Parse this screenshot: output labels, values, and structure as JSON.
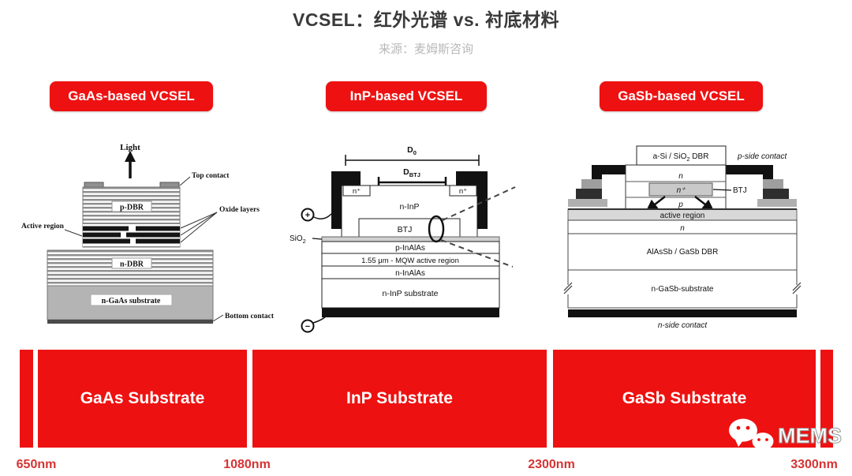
{
  "title": "VCSEL：红外光谱 vs. 衬底材料",
  "source": "来源：麦姆斯咨询",
  "badges": {
    "gaas": "GaAs-based VCSEL",
    "inp": "InP-based VCSEL",
    "gasb": "GaSb-based VCSEL"
  },
  "gaas_diagram": {
    "light": "Light",
    "top_contact": "Top contact",
    "oxide_layers": "Oxide layers",
    "active_region": "Active region",
    "p_dbr": "p-DBR",
    "n_dbr": "n-DBR",
    "substrate": "n-GaAs substrate",
    "bottom_contact": "Bottom contact"
  },
  "inp_diagram": {
    "d0_main": "D",
    "d0_sub": "0",
    "dbtj_main": "D",
    "dbtj_sub": "BTJ",
    "n_plus_left": "n⁺",
    "n_plus_right": "n⁺",
    "n_inp": "n-InP",
    "btj": "BTJ",
    "sio2_main": "SiO",
    "sio2_sub": "2",
    "p_inalas": "p-InAlAs",
    "mqw": "1.55 μm - MQW active region",
    "n_inalas": "n-InAlAs",
    "substrate": "n-InP substrate",
    "plus": "+",
    "minus": "−"
  },
  "gasb_diagram": {
    "dbr_top_a": "a-Si / SiO",
    "dbr_top_sub": "2",
    "dbr_top_b": " DBR",
    "p_side_contact": "p-side contact",
    "n_top": "n",
    "n_plus": "n⁺",
    "btj": "BTJ",
    "p_layer": "p",
    "active_region": "active region",
    "n_mid": "n",
    "dbr": "AlAsSb / GaSb DBR",
    "substrate": "n-GaSb-substrate",
    "n_side_contact": "n-side contact"
  },
  "substrate_bar": {
    "gaas": "GaAs Substrate",
    "inp": "InP Substrate",
    "gasb": "GaSb Substrate"
  },
  "wavelengths": [
    "650nm",
    "1080nm",
    "2300nm",
    "3300nm"
  ],
  "logo_text": "MEMS",
  "colors": {
    "accent_red": "#ee1111",
    "wavelength_red": "#d63333",
    "title_gray": "#3a3a3a",
    "subtitle_gray": "#b8b8b8"
  }
}
